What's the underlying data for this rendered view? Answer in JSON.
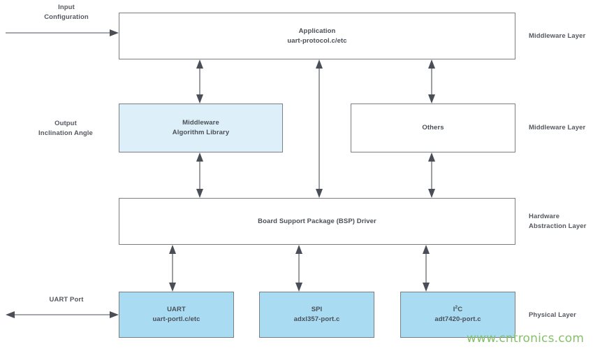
{
  "diagram": {
    "title": "Embedded software layered architecture block diagram",
    "colors": {
      "box_stroke": "#7a7f85",
      "box_fill_white": "#ffffff",
      "box_fill_pale_blue": "#ddf0f9",
      "box_fill_blue": "#a9dcf2",
      "text": "#4a4f57",
      "arrow": "#4a4f57",
      "watermark": "#86c06a"
    },
    "nodes": {
      "application": {
        "line1": "Application",
        "line2": "uart-protocol.c/etc"
      },
      "middleware_algorithm_library": {
        "line1": "Middleware",
        "line2": "Algorithm Library"
      },
      "others": {
        "line1": "Others",
        "line2": ""
      },
      "bsp_driver": {
        "line1": "Board Support Package (BSP) Driver",
        "line2": ""
      },
      "uart": {
        "line1": "UART",
        "line2": "uart-portl.c/etc"
      },
      "spi": {
        "line1": "SPI",
        "line2": "adxl357-port.c"
      },
      "i2c": {
        "line1_prefix": "I",
        "line1_sup": "2",
        "line1_suffix": "C",
        "line2": "adt7420-port.c"
      }
    },
    "side_labels": {
      "middleware_layer_top": "Middleware Layer",
      "middleware_layer_bottom": "Middleware Layer",
      "hardware_abstraction_layer": "Hardware\nAbstraction Layer",
      "physical_layer": "Physical Layer"
    },
    "io_labels": {
      "input_configuration": "Input\nConfiguration",
      "output_inclination_angle": "Output\nInclination Angle",
      "uart_port": "UART Port"
    },
    "watermark": "www.cntronics.com"
  }
}
